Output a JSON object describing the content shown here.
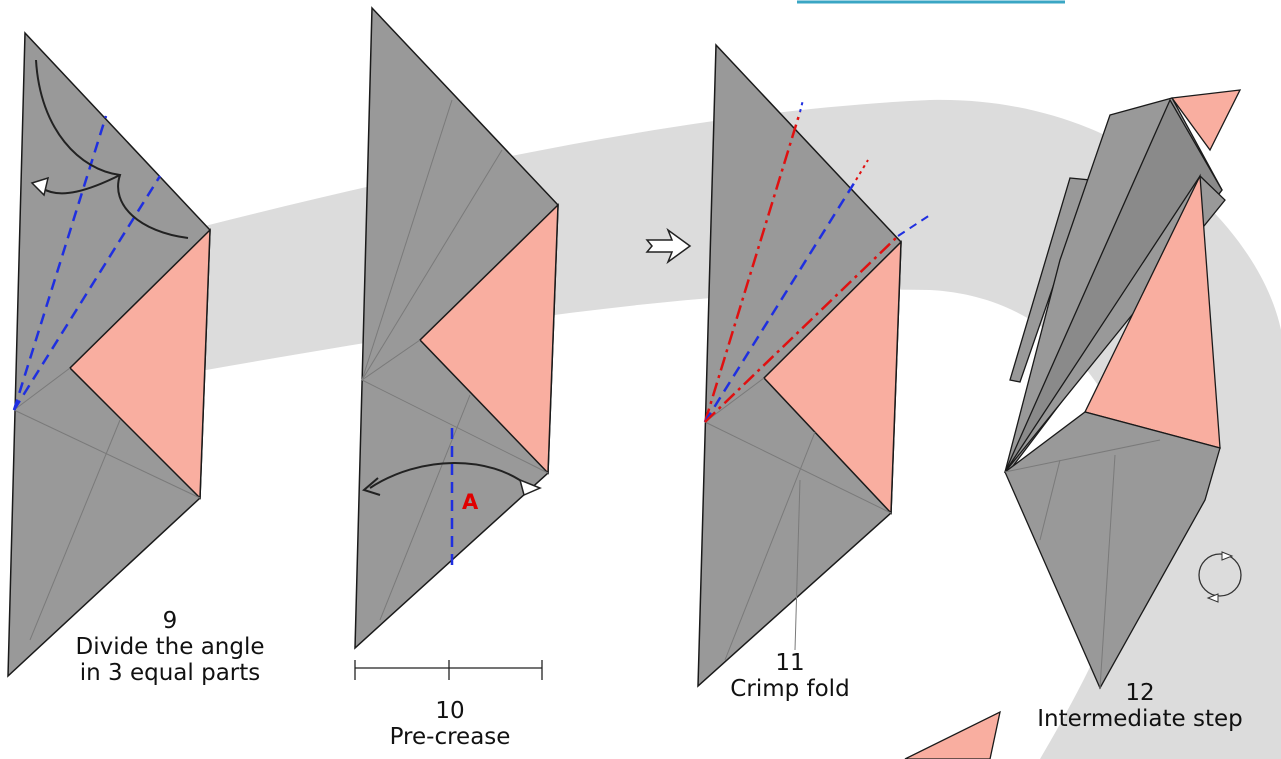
{
  "steps": [
    {
      "number": "9",
      "caption_line1": "Divide the angle",
      "caption_line2": "in 3 equal parts"
    },
    {
      "number": "10",
      "caption_line1": "Pre-crease",
      "marker": "A"
    },
    {
      "number": "11",
      "caption_line1": "Crimp fold"
    },
    {
      "number": "12",
      "caption_line1": "Intermediate step"
    }
  ],
  "colors": {
    "paper_gray": "#999999",
    "paper_dark": "#8a8a8a",
    "paper_pink": "#f9aea0",
    "background_band": "#dcdcdc",
    "valley_line": "#1f2fe0",
    "mountain_line": "#e01010",
    "outline": "#1a1a1a",
    "header_bar": "#3aa6c4"
  },
  "icons": [
    "fold-arrow-icon",
    "next-step-arrow-icon",
    "turn-over-icon",
    "measure-scale-icon"
  ]
}
